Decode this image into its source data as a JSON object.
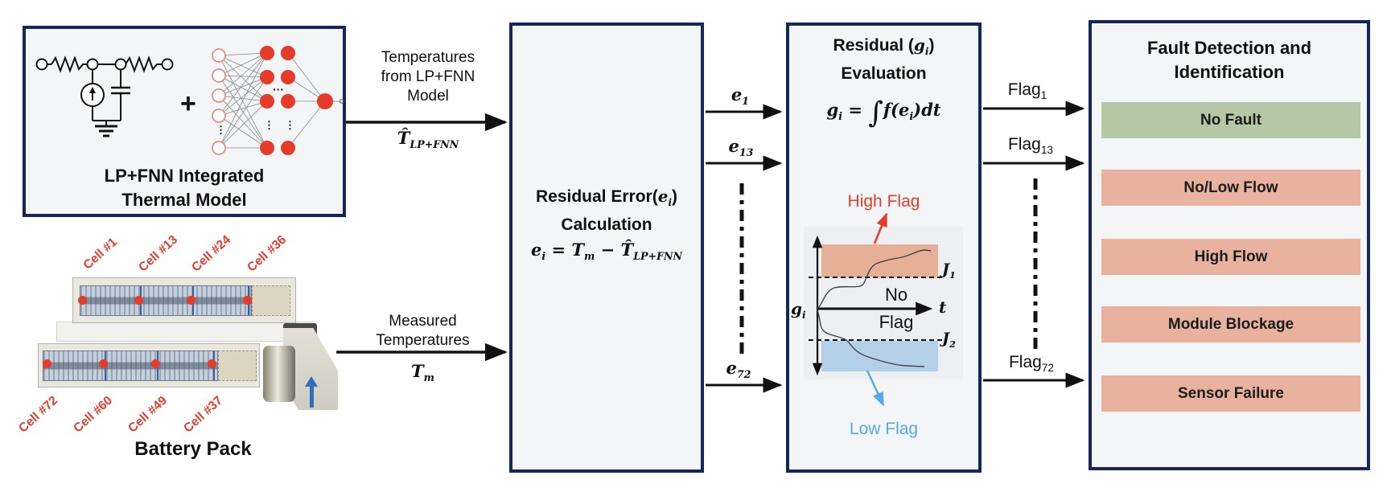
{
  "colors": {
    "border_navy": "#15265b",
    "panel_bg": "#f4f5f6",
    "accent_red": "#e63a2b",
    "ok_green": "#b5c8a6",
    "fault_salmon": "#e9b29e",
    "high_band_pink": "#e6b096",
    "low_band_blue": "#b4d0e8",
    "low_flag_blue": "#55a9e4",
    "airflow_blue": "#2f6fbd"
  },
  "model_box": {
    "title": "LP+FNN Integrated\nThermal Model",
    "plus": "+",
    "dots_h": "···",
    "dots_v": "⋮"
  },
  "battery": {
    "caption": "Battery Pack",
    "cells_top": [
      "Cell #1",
      "Cell #13",
      "Cell #24",
      "Cell #36"
    ],
    "cells_bottom": [
      "Cell #72",
      "Cell #60",
      "Cell #49",
      "Cell #37"
    ]
  },
  "flows": {
    "top_label": "Temperatures\nfrom LP+FNN\nModel",
    "top_math": {
      "base": "T̂",
      "sub": "LP+FNN"
    },
    "bottom_label": "Measured\nTemperatures",
    "bottom_math": {
      "base": "T",
      "sub": "m"
    },
    "e_labels": [
      {
        "base": "e",
        "sub": "1"
      },
      {
        "base": "e",
        "sub": "13"
      },
      {
        "base": "e",
        "sub": "72"
      }
    ],
    "flag_labels": [
      {
        "base": "Flag",
        "sub": "1"
      },
      {
        "base": "Flag",
        "sub": "13"
      },
      {
        "base": "Flag",
        "sub": "72"
      }
    ]
  },
  "residual_box": {
    "title_pre": "Residual Error(",
    "title_var": "e",
    "title_var_sub": "i",
    "title_post": ")",
    "title_line2": "Calculation",
    "formula": {
      "lhs": "e",
      "lhs_sub": "i",
      "eq": " = ",
      "t1": "T",
      "t1_sub": "m",
      "minus": " − ",
      "t2": "T̂",
      "t2_sub": "LP+FNN"
    }
  },
  "evaluation_box": {
    "title_pre": "Residual (",
    "title_var": "g",
    "title_var_sub": "i",
    "title_post": ")",
    "title_line2": "Evaluation",
    "formula": {
      "lhs": "g",
      "lhs_sub": "i",
      "eq": " = ",
      "integral": "∫",
      "rhs_pre": "f(e",
      "rhs_sub": "i",
      "rhs_post": ")dt"
    },
    "plot": {
      "high_flag": "High Flag",
      "low_flag": "Low Flag",
      "no_line1": "No",
      "no_line2": "Flag",
      "j1": {
        "base": "J",
        "sub": "1"
      },
      "j2": {
        "base": "J",
        "sub": "2"
      },
      "y_axis": {
        "base": "g",
        "sub": "i"
      },
      "x_axis": "t"
    }
  },
  "fdi_box": {
    "title": "Fault Detection and\nIdentification",
    "bars": [
      {
        "label": "No Fault",
        "status": "ok"
      },
      {
        "label": "No/Low Flow",
        "status": "fault"
      },
      {
        "label": "High Flow",
        "status": "fault"
      },
      {
        "label": "Module Blockage",
        "status": "fault"
      },
      {
        "label": "Sensor Failure",
        "status": "fault"
      }
    ]
  }
}
